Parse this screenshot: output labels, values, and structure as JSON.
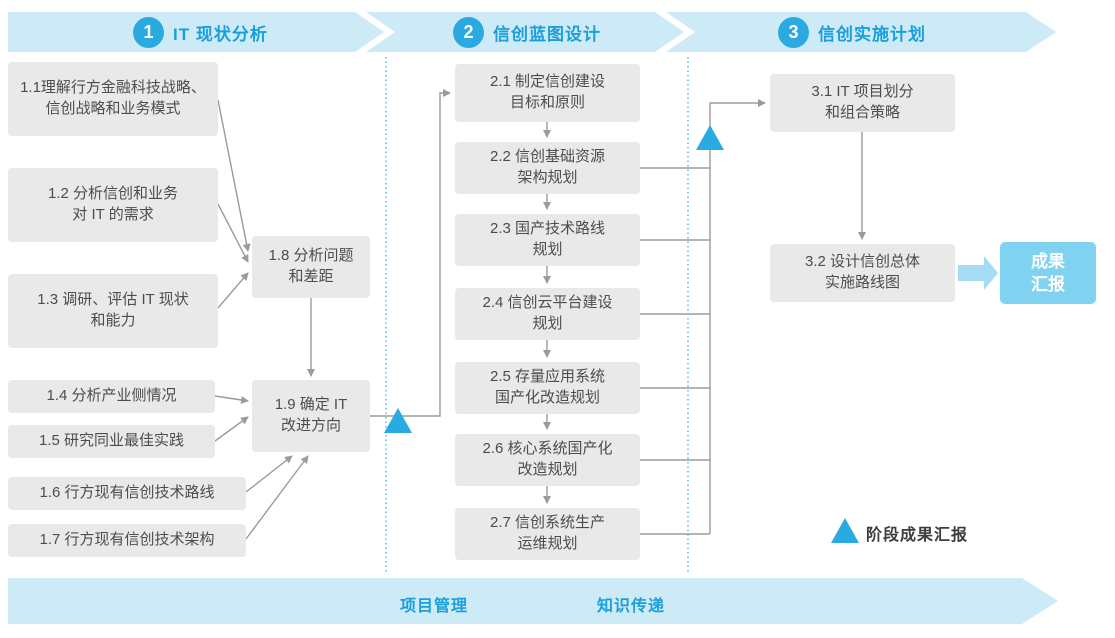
{
  "phases": [
    {
      "number": "1",
      "title": "IT 现状分析"
    },
    {
      "number": "2",
      "title": "信创蓝图设计"
    },
    {
      "number": "3",
      "title": "信创实施计划"
    }
  ],
  "nodes": {
    "n1_1": "1.1理解行方金融科技战略、\n信创战略和业务模式",
    "n1_2": "1.2 分析信创和业务\n对 IT 的需求",
    "n1_3": "1.3 调研、评估 IT 现状\n和能力",
    "n1_4": "1.4 分析产业侧情况",
    "n1_5": "1.5 研究同业最佳实践",
    "n1_6": "1.6 行方现有信创技术路线",
    "n1_7": "1.7 行方现有信创技术架构",
    "n1_8": "1.8 分析问题\n和差距",
    "n1_9": "1.9 确定 IT\n改进方向",
    "n2_1": "2.1 制定信创建设\n目标和原则",
    "n2_2": "2.2 信创基础资源\n架构规划",
    "n2_3": "2.3 国产技术路线\n规划",
    "n2_4": "2.4 信创云平台建设\n规划",
    "n2_5": "2.5 存量应用系统\n国产化改造规划",
    "n2_6": "2.6 核心系统国产化\n改造规划",
    "n2_7": "2.7 信创系统生产\n运维规划",
    "n3_1": "3.1 IT 项目划分\n和组合策略",
    "n3_2": "3.2 设计信创总体\n实施路线图",
    "result": "成果\n汇报"
  },
  "legend": {
    "milestone": "阶段成果汇报"
  },
  "footer": {
    "left": "项目管理",
    "right": "知识传递"
  },
  "colors": {
    "accent": "#29abe2",
    "banner": "#cdeaf7",
    "box": "#e9e9e9",
    "result_box": "#7fd3f0",
    "connector": "#9b9b9b"
  }
}
